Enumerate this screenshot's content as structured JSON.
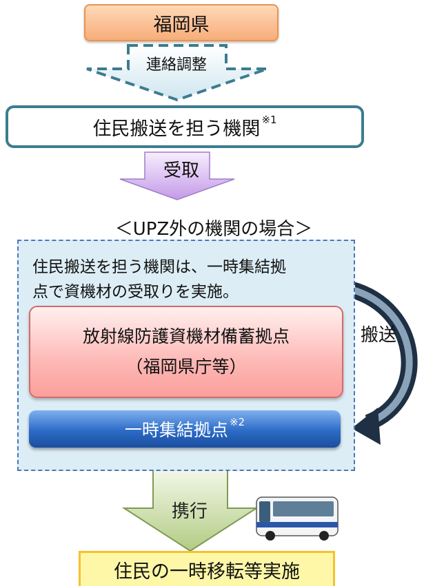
{
  "prefecture": "福岡県",
  "coordination_label": "連絡調整",
  "agency": {
    "text": "住民搬送を担う機関",
    "note": "※1"
  },
  "receive_label": "受取",
  "upz_section": {
    "title": "＜UPZ外の機関の場合＞",
    "description_line1": "住民搬送を担う機関は、一時集結拠",
    "description_line2": "点で資機材の受取りを実施。",
    "stockpile_line1": "放射線防護資機材備蓄拠点",
    "stockpile_line2": "（福岡県庁等）",
    "temp_site": {
      "text": "一時集結拠点 ",
      "note": "※2"
    }
  },
  "transport_label": "搬送",
  "carry_label": "携行",
  "evacuation": "住民の一時移転等実施",
  "colors": {
    "prefecture_fill": "#f7ad7a",
    "agency_border": "#3d7c8e",
    "panel_fill": "#dcedf5",
    "stockpile_fill": "#fb9f9c",
    "temp_site_fill": "#2c6bc6",
    "evacuation_fill": "#fff7a8",
    "receive_arrow": "#c9a4ec",
    "carry_arrow": "#b8d18a"
  }
}
